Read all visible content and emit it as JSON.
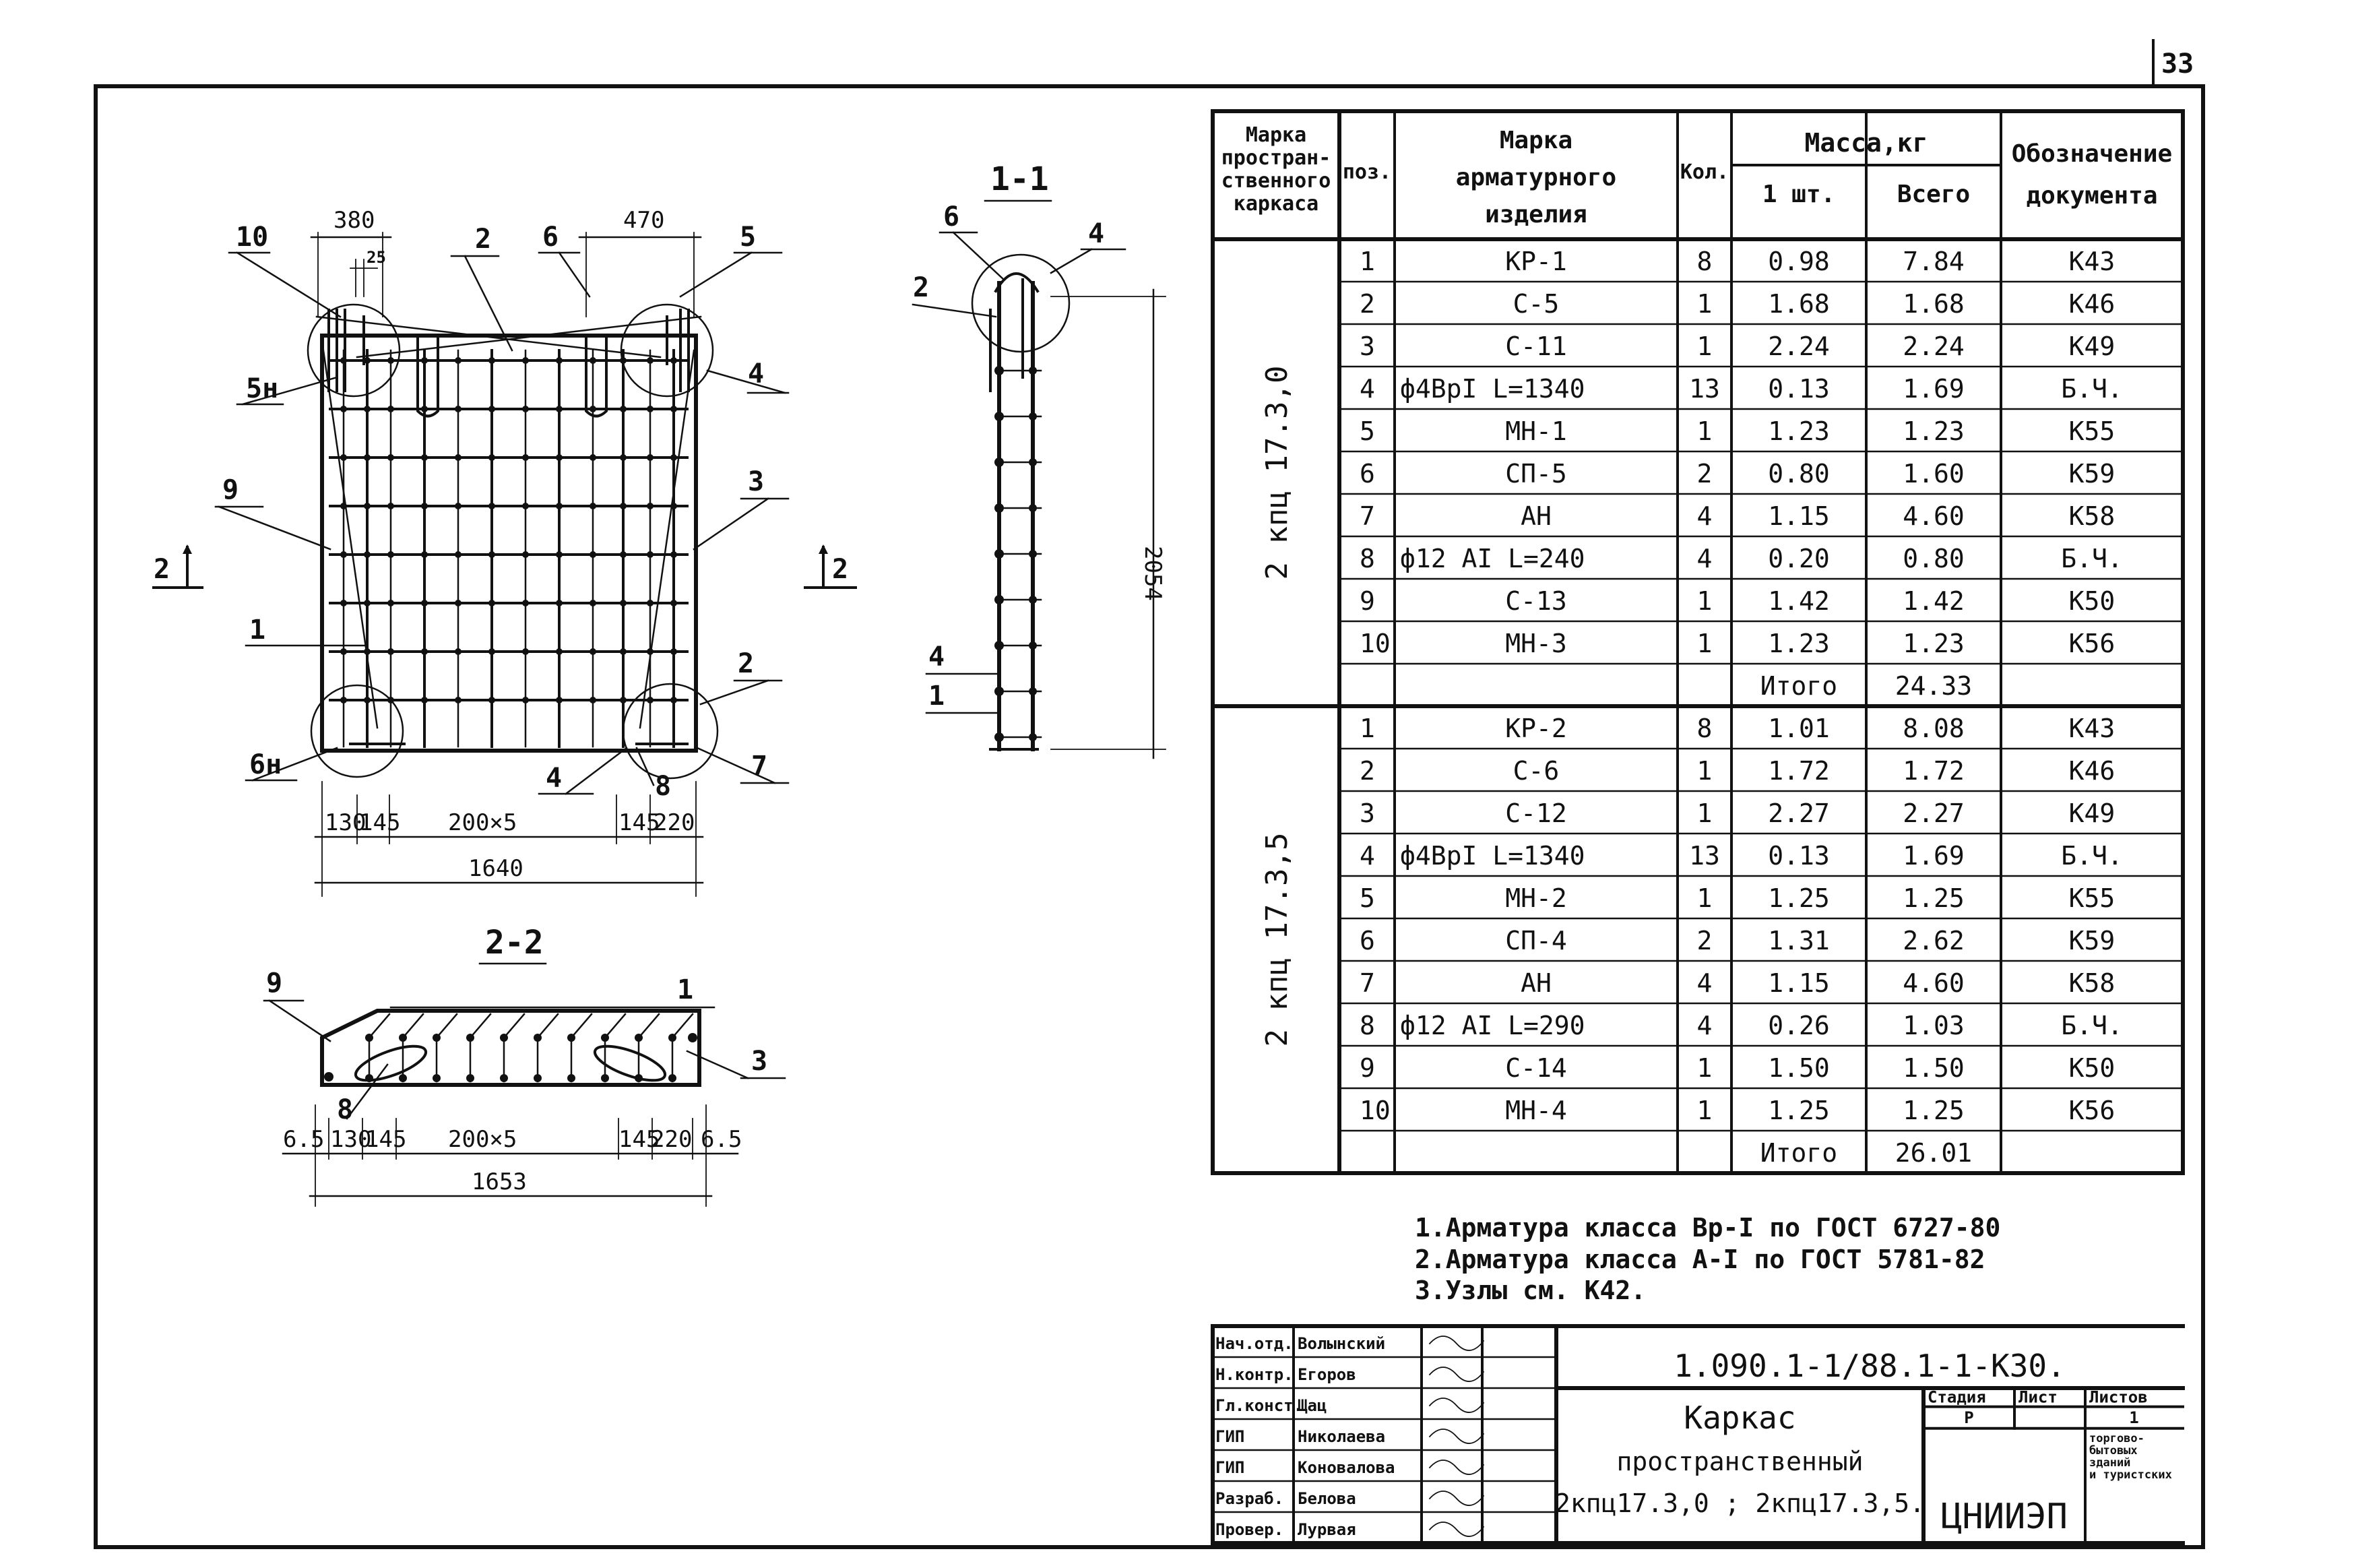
{
  "sheet_number": "33",
  "table": {
    "headers": {
      "frame_mark": [
        "Марка",
        "простран-",
        "ственного",
        "каркаса"
      ],
      "pos": "поз.",
      "item_mark": [
        "Марка",
        "арматурного",
        "изделия"
      ],
      "qty": "Кол.",
      "mass": "Масса,кг",
      "mass_one": "1 шт.",
      "mass_total": "Всего",
      "doc": [
        "Обозначение",
        "документа"
      ]
    },
    "groups": [
      {
        "frame": "2 кпц 17.3,0",
        "rows": [
          {
            "pos": "1",
            "mark": "КР-1",
            "qty": "8",
            "one": "0.98",
            "total": "7.84",
            "doc": "К43"
          },
          {
            "pos": "2",
            "mark": "С-5",
            "qty": "1",
            "one": "1.68",
            "total": "1.68",
            "doc": "К46"
          },
          {
            "pos": "3",
            "mark": "С-11",
            "qty": "1",
            "one": "2.24",
            "total": "2.24",
            "doc": "К49"
          },
          {
            "pos": "4",
            "mark": "ф4ВрI L=1340",
            "qty": "13",
            "one": "0.13",
            "total": "1.69",
            "doc": "Б.Ч."
          },
          {
            "pos": "5",
            "mark": "МН-1",
            "qty": "1",
            "one": "1.23",
            "total": "1.23",
            "doc": "К55"
          },
          {
            "pos": "6",
            "mark": "СП-5",
            "qty": "2",
            "one": "0.80",
            "total": "1.60",
            "doc": "К59"
          },
          {
            "pos": "7",
            "mark": "АН",
            "qty": "4",
            "one": "1.15",
            "total": "4.60",
            "doc": "К58"
          },
          {
            "pos": "8",
            "mark": "ф12 АI L=240",
            "qty": "4",
            "one": "0.20",
            "total": "0.80",
            "doc": "Б.Ч."
          },
          {
            "pos": "9",
            "mark": "С-13",
            "qty": "1",
            "one": "1.42",
            "total": "1.42",
            "doc": "К50"
          },
          {
            "pos": "10",
            "mark": "МН-3",
            "qty": "1",
            "one": "1.23",
            "total": "1.23",
            "doc": "К56"
          }
        ],
        "total_label": "Итого",
        "total": "24.33"
      },
      {
        "frame": "2 кпц 17.3,5",
        "rows": [
          {
            "pos": "1",
            "mark": "КР-2",
            "qty": "8",
            "one": "1.01",
            "total": "8.08",
            "doc": "К43"
          },
          {
            "pos": "2",
            "mark": "С-6",
            "qty": "1",
            "one": "1.72",
            "total": "1.72",
            "doc": "К46"
          },
          {
            "pos": "3",
            "mark": "С-12",
            "qty": "1",
            "one": "2.27",
            "total": "2.27",
            "doc": "К49"
          },
          {
            "pos": "4",
            "mark": "ф4ВрI L=1340",
            "qty": "13",
            "one": "0.13",
            "total": "1.69",
            "doc": "Б.Ч."
          },
          {
            "pos": "5",
            "mark": "МН-2",
            "qty": "1",
            "one": "1.25",
            "total": "1.25",
            "doc": "К55"
          },
          {
            "pos": "6",
            "mark": "СП-4",
            "qty": "2",
            "one": "1.31",
            "total": "2.62",
            "doc": "К59"
          },
          {
            "pos": "7",
            "mark": "АН",
            "qty": "4",
            "one": "1.15",
            "total": "4.60",
            "doc": "К58"
          },
          {
            "pos": "8",
            "mark": "ф12 АI L=290",
            "qty": "4",
            "one": "0.26",
            "total": "1.03",
            "doc": "Б.Ч."
          },
          {
            "pos": "9",
            "mark": "С-14",
            "qty": "1",
            "one": "1.50",
            "total": "1.50",
            "doc": "К50"
          },
          {
            "pos": "10",
            "mark": "МН-4",
            "qty": "1",
            "one": "1.25",
            "total": "1.25",
            "doc": "К56"
          }
        ],
        "total_label": "Итого",
        "total": "26.01"
      }
    ]
  },
  "notes": [
    "1.Арматура класса Вр-I по ГОСТ 6727-80",
    "2.Арматура класса А-I по ГОСТ 5781-82",
    "3.Узлы см. К42."
  ],
  "stamp": {
    "doc_code": "1.090.1-1/88.1-1-К30.",
    "title": [
      "Каркас",
      "пространственный",
      "2кпц17.3,0 ; 2кпц17.3,5."
    ],
    "roles": [
      {
        "role": "Нач.отд.",
        "name": "Волынский"
      },
      {
        "role": "Н.контр.",
        "name": "Егоров"
      },
      {
        "role": "Гл.конст.",
        "name": "Щац"
      },
      {
        "role": "ГИП",
        "name": "Николаева"
      },
      {
        "role": "ГИП",
        "name": "Коновалова"
      },
      {
        "role": "Разраб.",
        "name": "Белова"
      },
      {
        "role": "Провер.",
        "name": "Лурвая"
      }
    ],
    "stage_label": "Стадия",
    "sheet_label": "Лист",
    "sheets_label": "Листов",
    "stage": "Р",
    "sheet": "1",
    "org": "ЦНИИЭП",
    "org_sub": [
      "торгово-",
      "бытовых",
      "зданий",
      "и туристских"
    ]
  },
  "drawing": {
    "section_1_1": "1-1",
    "section_2_2": "2-2",
    "cut_mark": "2",
    "front_dims": {
      "top_left": "380",
      "top_right": "470",
      "small": "25",
      "bottom": [
        "130",
        "145",
        "200×5",
        "145",
        "220"
      ],
      "overall": "1640"
    },
    "side_height": "2054",
    "plan_dims": {
      "bottom": [
        "6.5",
        "130",
        "145",
        "200×5",
        "145",
        "220",
        "6.5"
      ],
      "overall": "1653"
    },
    "leaders_front": {
      "l10": "10",
      "l5n": "5н",
      "l9": "9",
      "l1": "1",
      "l6n": "6н",
      "t2": "2",
      "t6": "6",
      "t5": "5",
      "r4": "4",
      "r3": "3",
      "r2": "2",
      "r7": "7",
      "b4": "4",
      "b8": "8"
    },
    "leaders_side": {
      "s6": "6",
      "s4": "4",
      "s2": "2",
      "s4b": "4",
      "s1": "1"
    },
    "leaders_plan": {
      "p9": "9",
      "p1": "1",
      "p3": "3",
      "p8": "8"
    }
  }
}
